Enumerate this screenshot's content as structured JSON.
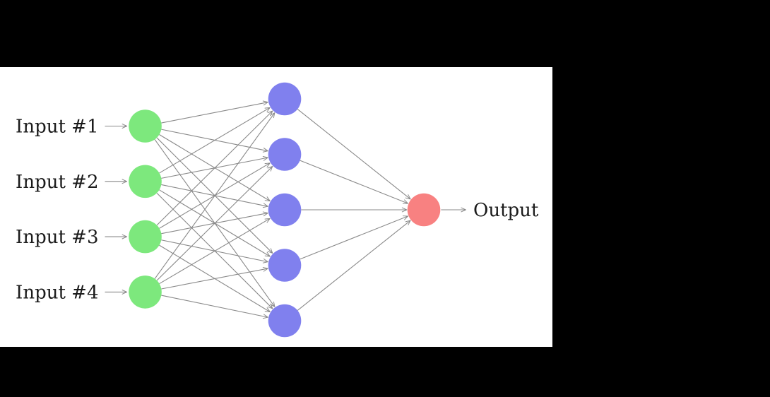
{
  "page": {
    "background": "#000000"
  },
  "diagram": {
    "type": "neural-network",
    "canvas_background": "#ffffff",
    "edge_color": "#898989",
    "text_color": "#1b1b1b",
    "input_labels": [
      "Input #1",
      "Input #2",
      "Input #3",
      "Input #4"
    ],
    "output_label": "Output",
    "layers": [
      {
        "name": "input",
        "neurons": 4,
        "fill": "#7de87d"
      },
      {
        "name": "hidden",
        "neurons": 5,
        "fill": "#8080ee"
      },
      {
        "name": "output",
        "neurons": 1,
        "fill": "#f88181"
      }
    ],
    "connections": [
      {
        "from": "input",
        "to": "hidden",
        "edges": 20
      },
      {
        "from": "hidden",
        "to": "output",
        "edges": 5
      }
    ]
  }
}
